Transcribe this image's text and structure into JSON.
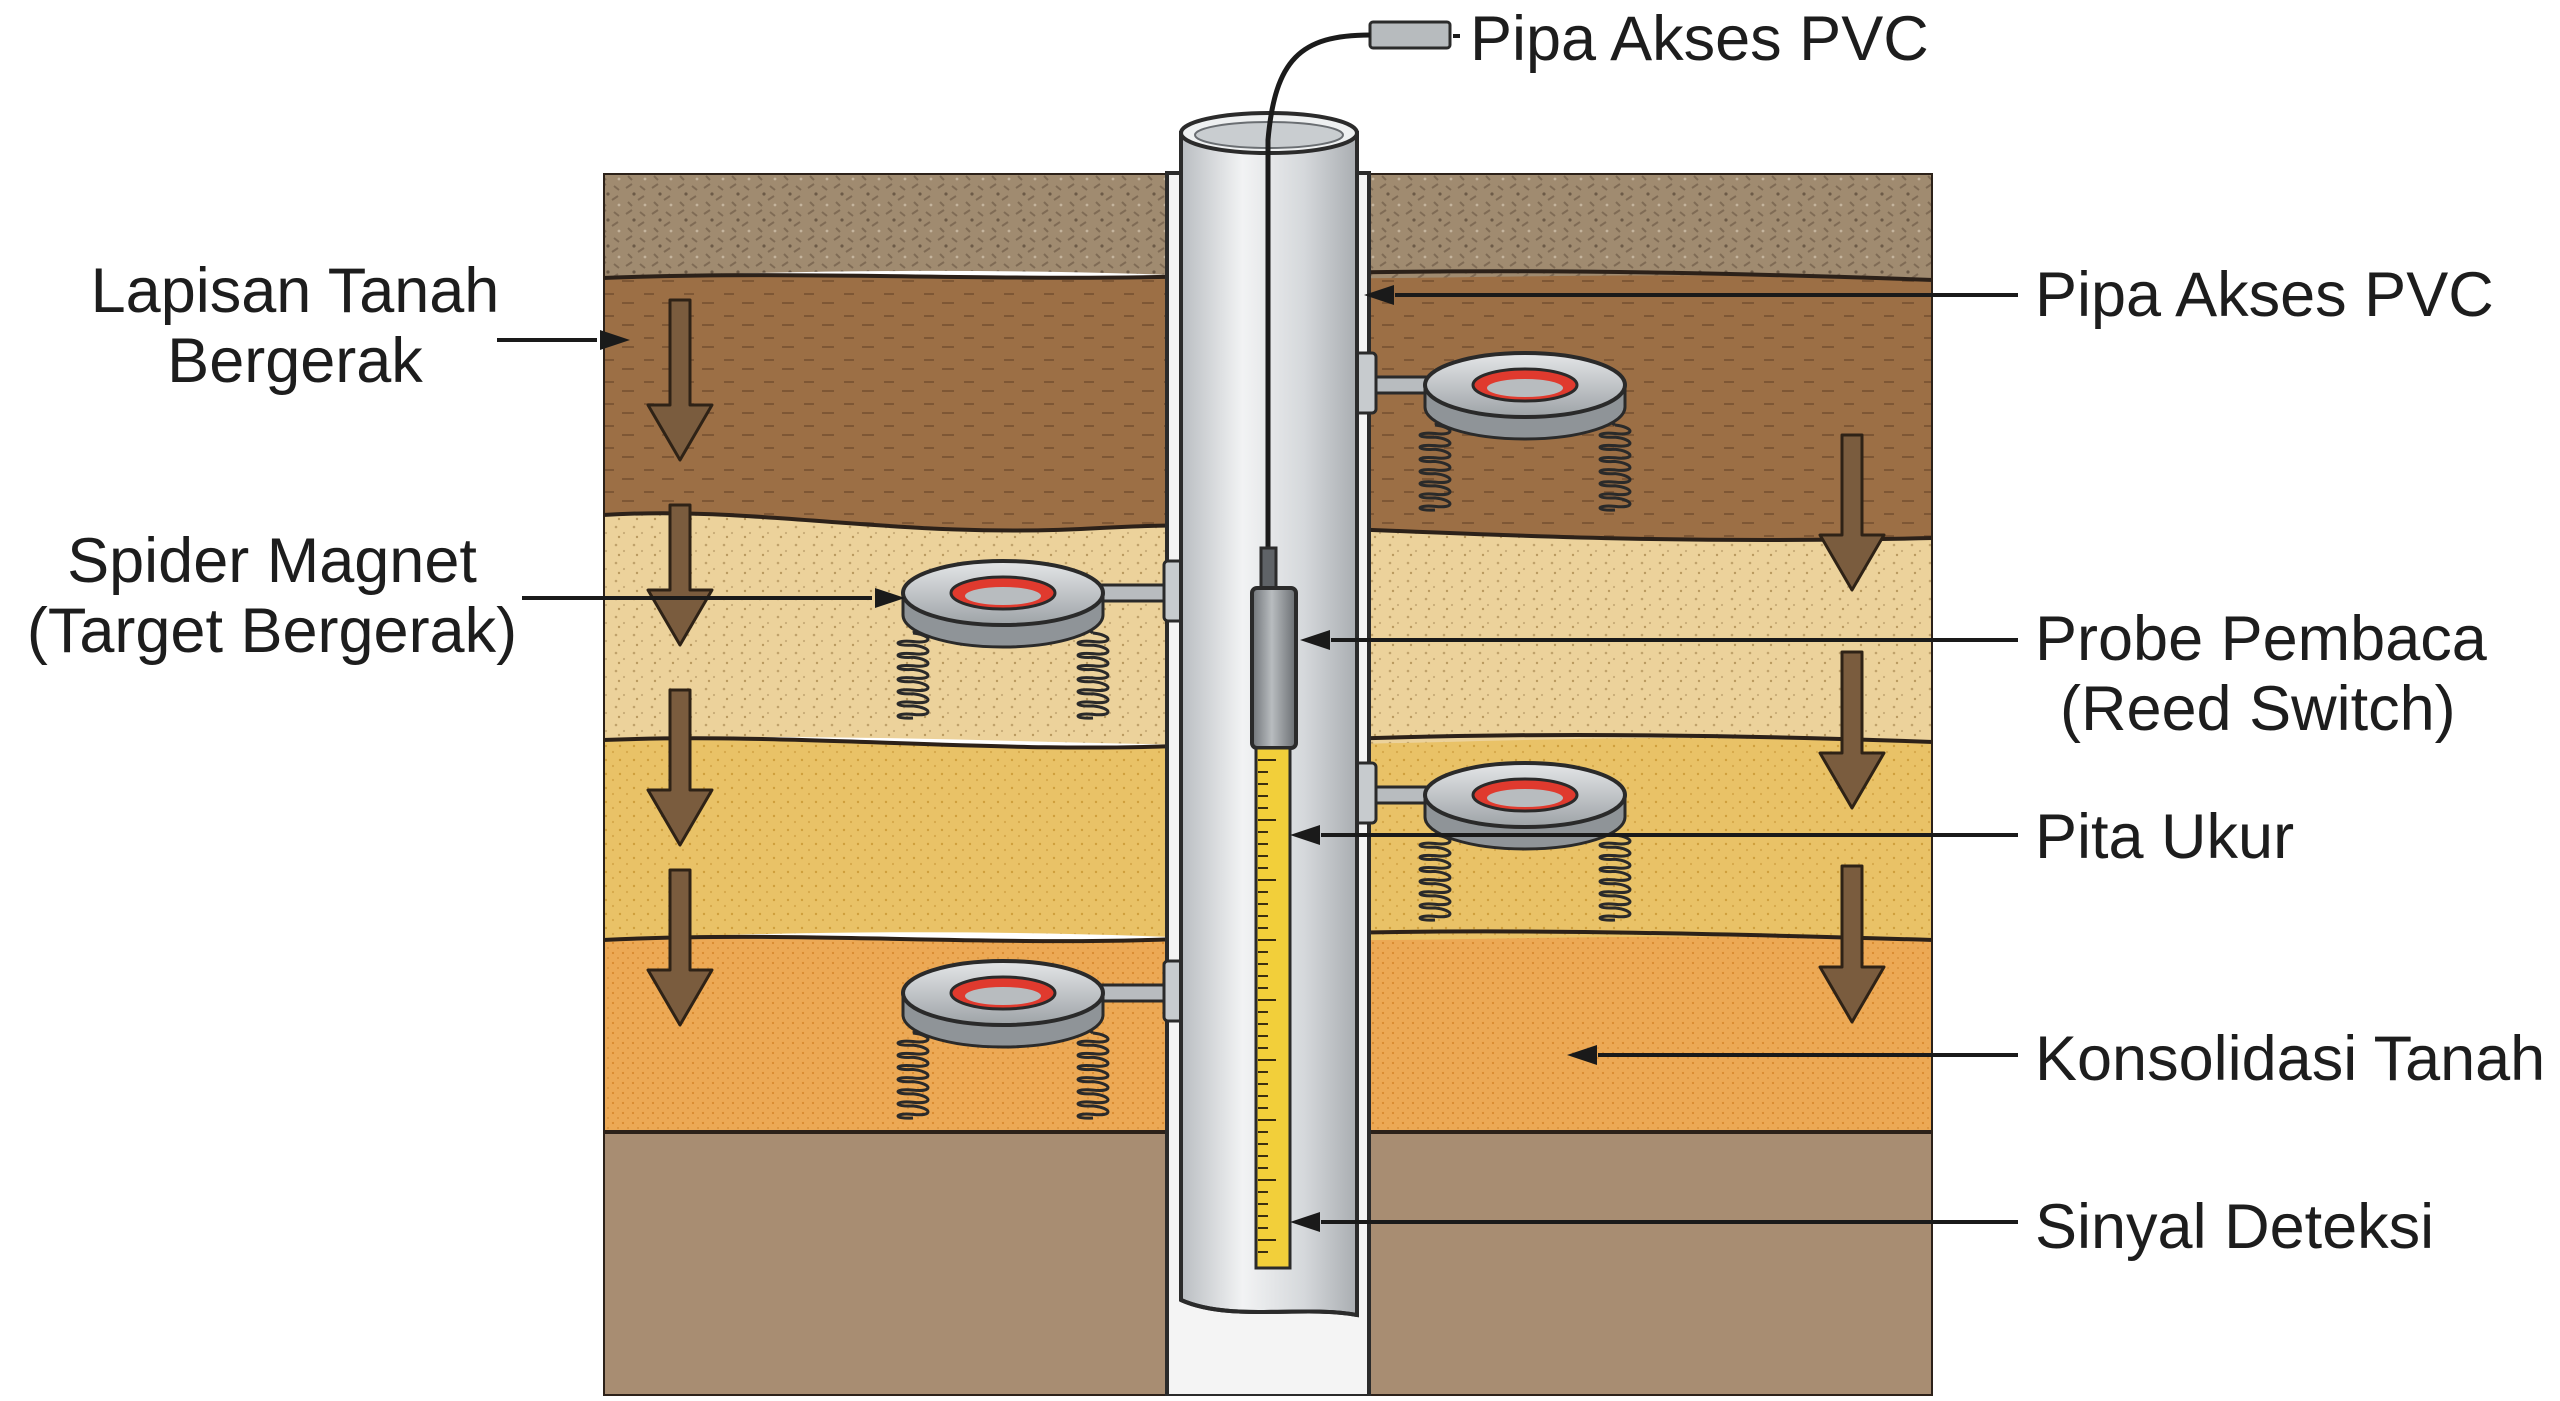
{
  "labels": {
    "top_pipe": "Pipa Akses PVC",
    "moving_soil_1": "Lapisan Tanah",
    "moving_soil_2": "Bergerak",
    "spider_1": "Spider Magnet",
    "spider_2": "(Target Bergerak)",
    "right_pipe": "Pipa Akses PVC",
    "probe_1": "Probe Pembaca",
    "probe_2": "(Reed Switch)",
    "tape": "Pita Ukur",
    "consolidation": "Konsolidasi Tanah",
    "signal": "Sinyal Deteksi"
  },
  "colors": {
    "topsoil": "#a08b70",
    "brown_clay": "#9c6f45",
    "pale_sand": "#ecd29b",
    "yellow_sand": "#e9c267",
    "orange_layer": "#eca955",
    "bedrock": "#a88d72",
    "magnet_red": "#e03a2e",
    "pipe": "#d9dcdf",
    "tape_yellow": "#f2cf3a",
    "arrow": "#7a5c3e"
  },
  "icons": [
    "spider-magnet-icon",
    "down-arrow-icon",
    "coil-spring-icon",
    "probe-icon"
  ]
}
